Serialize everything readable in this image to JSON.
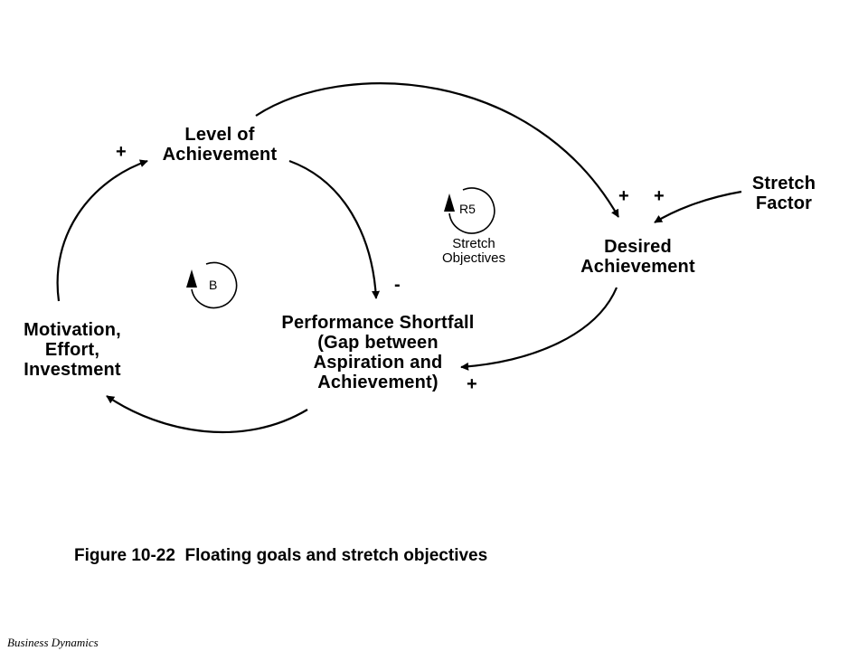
{
  "diagram": {
    "nodes": {
      "level_of_achievement": "Level of\nAchievement",
      "desired_achievement": "Desired\nAchievement",
      "stretch_factor": "Stretch\nFactor",
      "performance_shortfall": "Performance Shortfall\n(Gap between\nAspiration and\nAchievement)",
      "motivation": "Motivation,\nEffort,\nInvestment"
    },
    "polarities": {
      "motivation_to_level": "+",
      "level_to_desired": "+",
      "stretch_to_desired": "+",
      "level_to_shortfall": "-",
      "desired_to_shortfall": "+"
    },
    "loops": {
      "balancing_label": "B",
      "reinforcing_label": "R5",
      "reinforcing_name": "Stretch\nObjectives"
    }
  },
  "caption": "Figure 10-22  Floating goals and stretch objectives",
  "footer": "Business Dynamics"
}
